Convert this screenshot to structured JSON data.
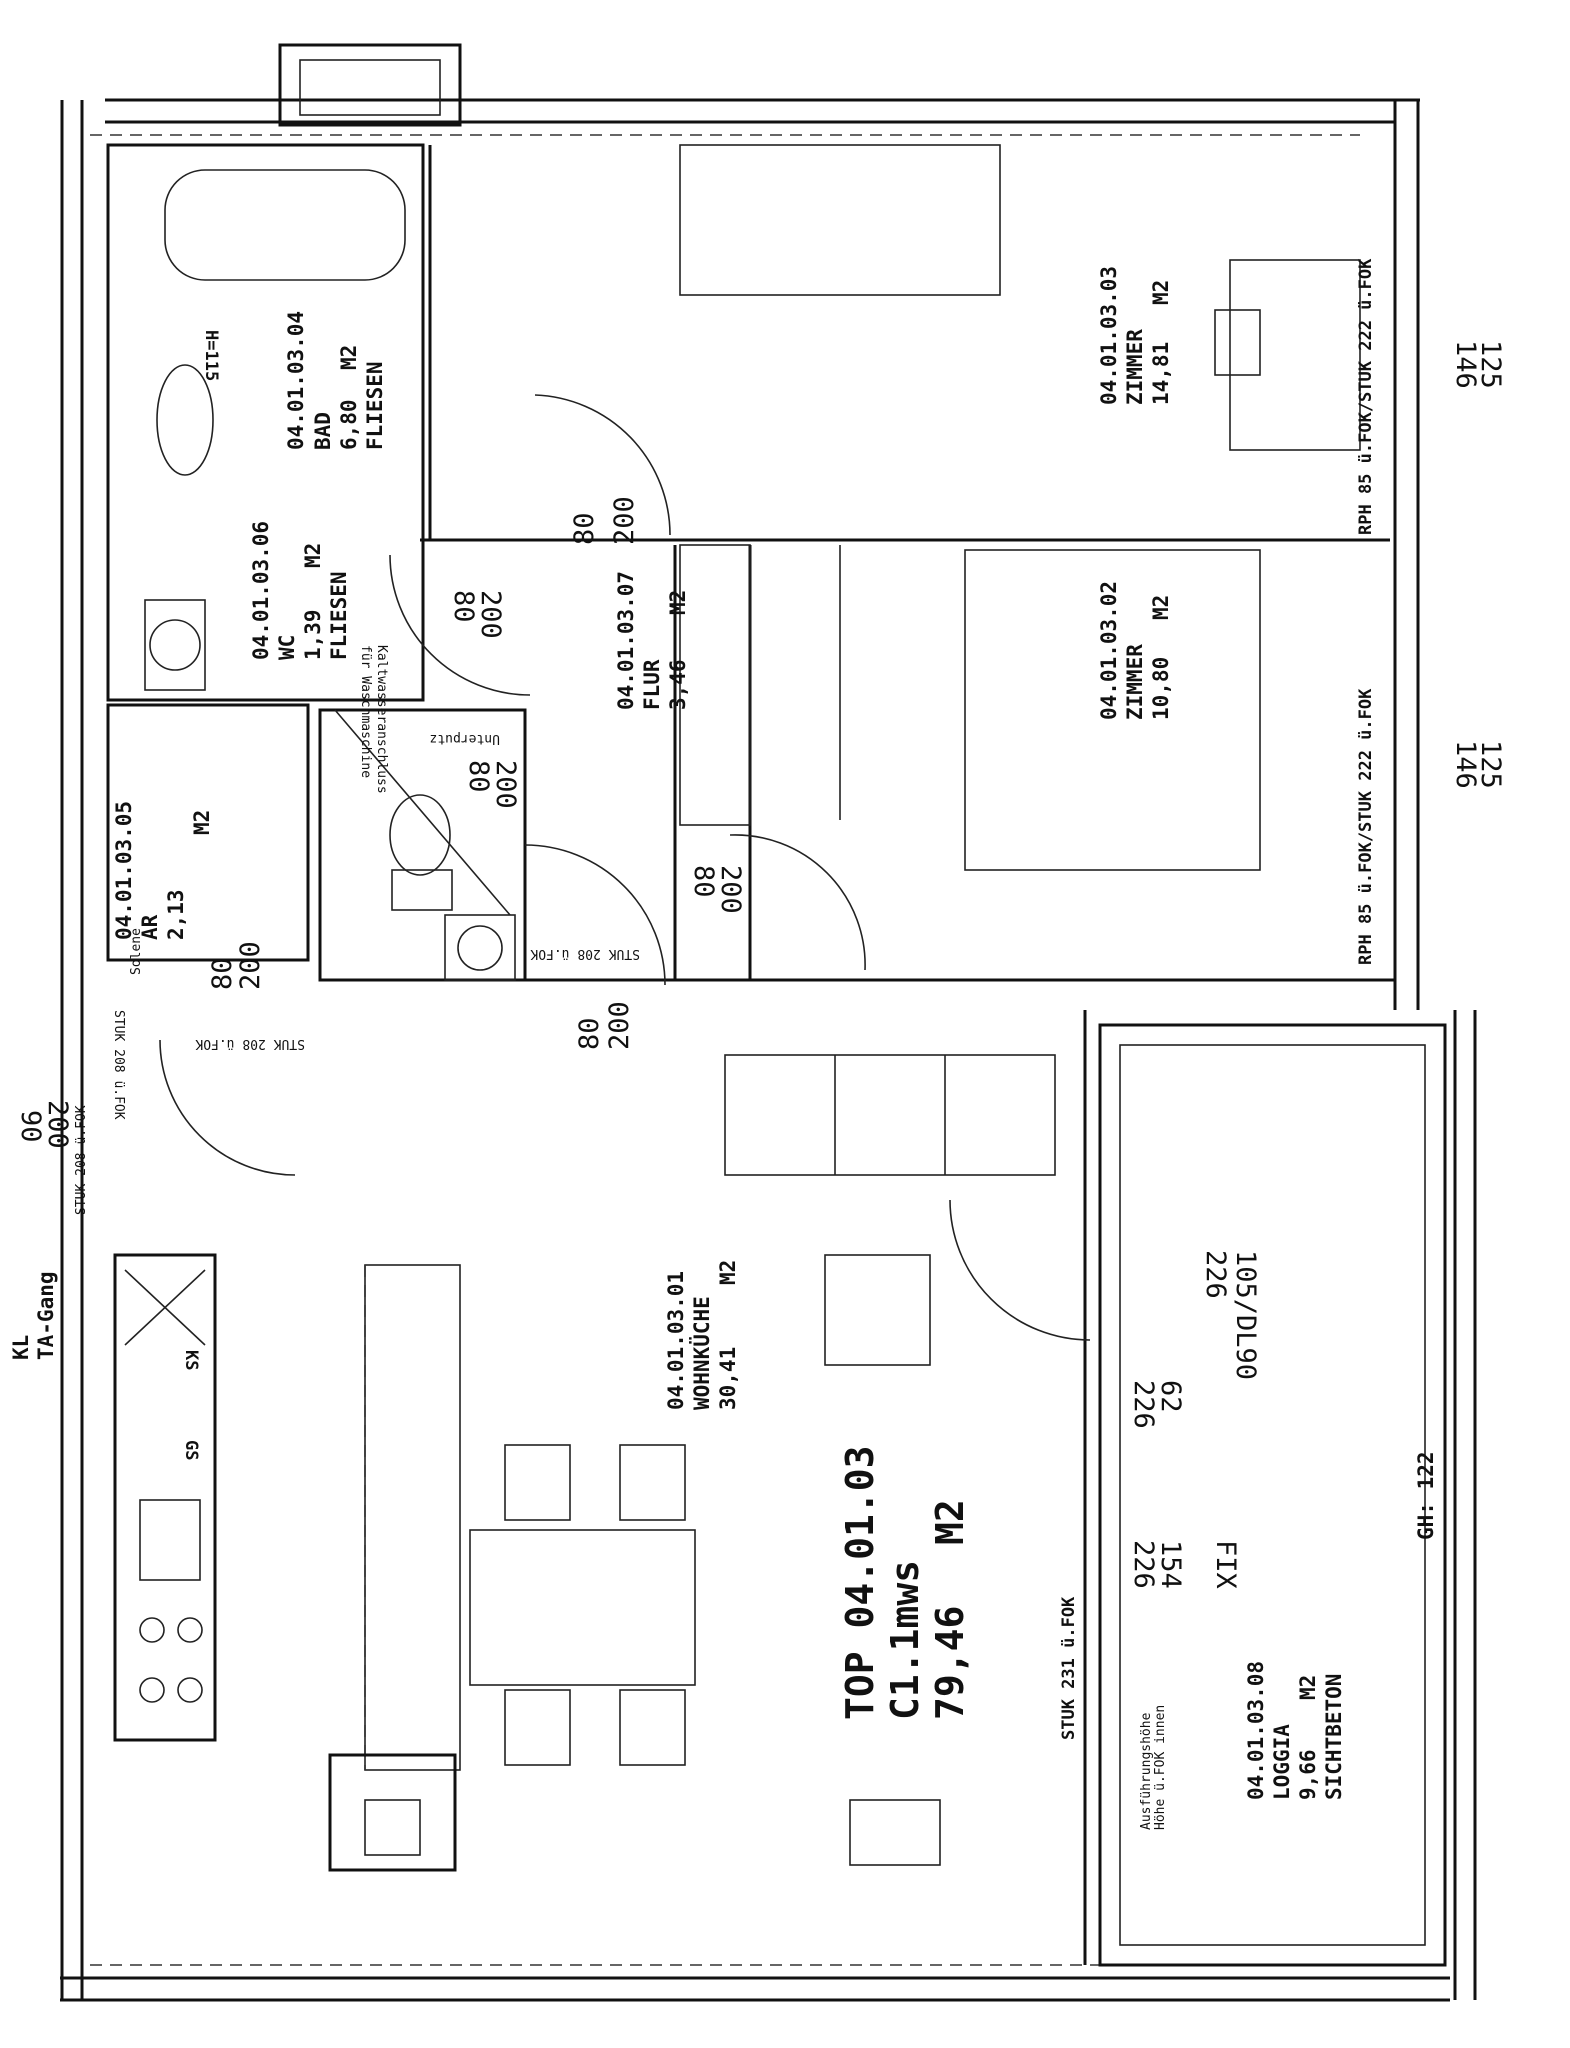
{
  "unit": {
    "top": "TOP 04.01.03",
    "type": "C1.1mws",
    "area": "79,46",
    "area_unit": "M2"
  },
  "rooms": [
    {
      "id": "04.01.03.04",
      "name": "BAD",
      "area": "6,80",
      "unit": "M2",
      "finish": "FLIESEN"
    },
    {
      "id": "04.01.03.06",
      "name": "WC",
      "area": "1,39",
      "unit": "M2",
      "finish": "FLIESEN"
    },
    {
      "id": "04.01.03.05",
      "name": "AR",
      "area": "2,13",
      "unit": "M2",
      "finish": "..."
    },
    {
      "id": "04.01.03.07",
      "name": "FLUR",
      "area": "3,46",
      "unit": "M2",
      "finish": "..."
    },
    {
      "id": "04.01.03.03",
      "name": "ZIMMER",
      "area": "14,81",
      "unit": "M2",
      "finish": "..."
    },
    {
      "id": "04.01.03.02",
      "name": "ZIMMER",
      "area": "10,80",
      "unit": "M2",
      "finish": "..."
    },
    {
      "id": "04.01.03.01",
      "name": "WOHNKÜCHE",
      "area": "30,41",
      "unit": "M2",
      "finish": "..."
    },
    {
      "id": "04.01.03.08",
      "name": "LOGGIA",
      "area": "9,66",
      "unit": "M2",
      "finish": "SICHTBETON"
    }
  ],
  "doors": {
    "d1": {
      "w": "80",
      "h": "200"
    },
    "d2": {
      "w": "80",
      "h": "200"
    },
    "d3": {
      "w": "80",
      "h": "200"
    },
    "d4": {
      "w": "80",
      "h": "200"
    },
    "d5": {
      "w": "80",
      "h": "200"
    },
    "d6": {
      "w": "80",
      "h": "200"
    },
    "entry": {
      "w": "90",
      "h": "200"
    }
  },
  "annotations": {
    "h115": "H=115",
    "kaltwasser": "Kaltwasseranschluss",
    "waschmaschine": "für Waschmaschine",
    "uputz": "Unterputz",
    "stuk208a": "STUK 208 ü.FOK",
    "stuk208b": "STUK 208 ü.FOK",
    "stuk208c": "STUK 208 ü.FOK",
    "stuk208d": "STUK 208 ü.FOK",
    "stuk231": "STUK 231 ü.FOK",
    "rph1": "RPH 85 ü.FOK/STUK 222 ü.FOK",
    "rph2": "RPH 85 ü.FOK/STUK 222 ü.FOK",
    "win1_top": "125",
    "win1_bot": "146",
    "win2_top": "125",
    "win2_bot": "146",
    "dl_door": "105/DL90",
    "dl_h": "226",
    "win_62": "62",
    "win_62h": "226",
    "fix": "FIX",
    "fix_154": "154",
    "fix_226": "226",
    "gh": "GH: 122",
    "kl": "KL",
    "tagang": "TA-Gang",
    "ks": "KS",
    "gs": "GS",
    "sicht": "Ausführungshöhe\nHöhe ü.FOK innen",
    "solene": "Solene"
  }
}
